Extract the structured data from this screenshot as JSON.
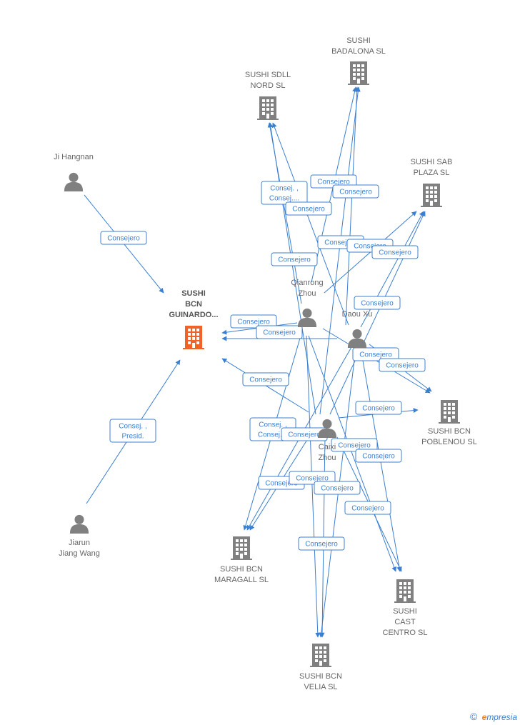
{
  "colors": {
    "edge": "#3b7fd1",
    "company": "#808080",
    "focus_company": "#f0622a",
    "person": "#808080"
  },
  "nodes": [
    {
      "id": "guinardo",
      "type": "company",
      "focus": true,
      "label": [
        "SUSHI",
        "BCN",
        "GUINARDO..."
      ]
    },
    {
      "id": "badalona",
      "type": "company",
      "label": [
        "SUSHI",
        "BADALONA SL"
      ]
    },
    {
      "id": "nord",
      "type": "company",
      "label": [
        "SUSHI SDLL",
        "NORD SL"
      ]
    },
    {
      "id": "plaza",
      "type": "company",
      "label": [
        "SUSHI SAB",
        "PLAZA SL"
      ]
    },
    {
      "id": "poblenou",
      "type": "company",
      "label": [
        "SUSHI BCN",
        "POBLENOU SL"
      ]
    },
    {
      "id": "maragall",
      "type": "company",
      "label": [
        "SUSHI BCN",
        "MARAGALL SL"
      ]
    },
    {
      "id": "cast",
      "type": "company",
      "label": [
        "SUSHI",
        "CAST",
        "CENTRO SL"
      ]
    },
    {
      "id": "velia",
      "type": "company",
      "label": [
        "SUSHI BCN",
        "VELIA SL"
      ]
    },
    {
      "id": "jihangnan",
      "type": "person",
      "label": [
        "Ji Hangnan"
      ]
    },
    {
      "id": "jiarun",
      "type": "person",
      "label": [
        "Jiarun",
        "Jiang Wang"
      ]
    },
    {
      "id": "qianrong",
      "type": "person",
      "label": [
        "Qianrong",
        "Zhou"
      ]
    },
    {
      "id": "daou",
      "type": "person",
      "label": [
        "Daou Xu"
      ]
    },
    {
      "id": "caixia",
      "type": "person",
      "label": [
        "Caixi",
        "Zhou"
      ]
    }
  ],
  "edge_labels": [
    [
      "Consejero"
    ],
    [
      "Consej. ,",
      "Presid."
    ],
    [
      "Consejero"
    ],
    [
      "Consejero"
    ],
    [
      "Consejero"
    ],
    [
      "Consej. ,",
      "Consej...."
    ],
    [
      "Consejero"
    ],
    [
      "Consejero"
    ],
    [
      "Consejero"
    ],
    [
      "Consejero"
    ],
    [
      "Consejero"
    ],
    [
      "Consejero"
    ],
    [
      "Consejero"
    ],
    [
      "Consejero"
    ],
    [
      "Consejero"
    ],
    [
      "Consejero"
    ],
    [
      "Consejero"
    ],
    [
      "Consej. ,",
      "Consej...."
    ],
    [
      "Consejero"
    ],
    [
      "Consejero"
    ],
    [
      "Consejero"
    ],
    [
      "Consejero"
    ],
    [
      "Consejero"
    ],
    [
      "Consejero"
    ],
    [
      "Consejero"
    ],
    [
      "Consejero"
    ]
  ],
  "footer": {
    "copyright": "©",
    "brand_initial": "e",
    "brand_rest": "mpresia"
  }
}
